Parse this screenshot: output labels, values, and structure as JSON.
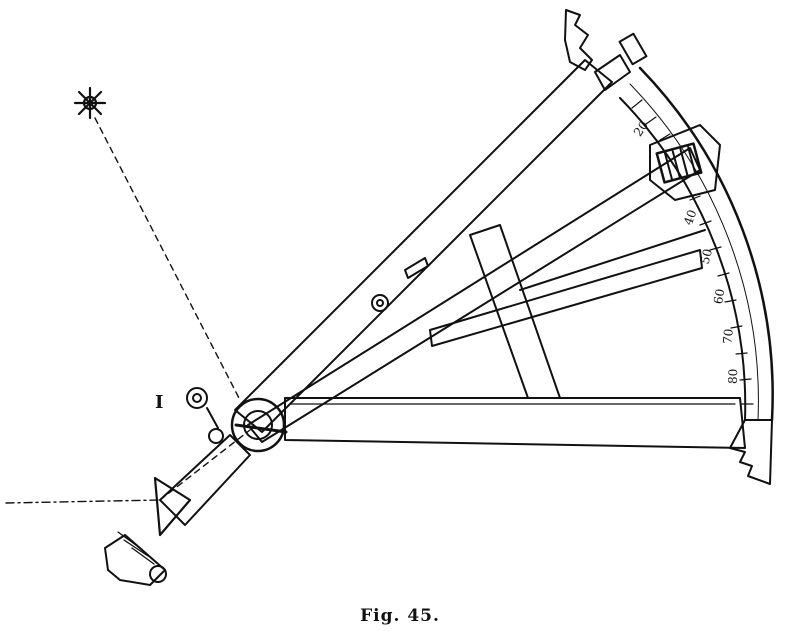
{
  "figure": {
    "label_marker": "I",
    "scale_labels": [
      "20",
      "40",
      "50",
      "60",
      "70",
      "80"
    ],
    "caption": "Fig. 45."
  },
  "colors": {
    "ink": "#111111",
    "paper": "#ffffff"
  },
  "icons": [
    "sun-icon",
    "eyepiece-icon"
  ]
}
